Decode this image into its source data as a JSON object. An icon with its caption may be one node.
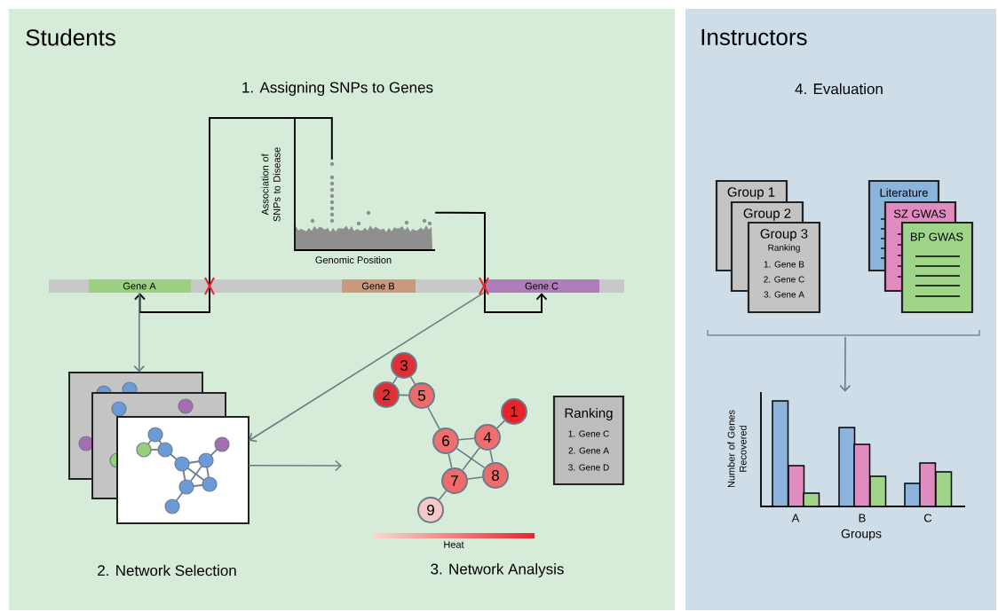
{
  "diagram": {
    "nodes": [
      {
        "text": [
          "Students"
        ]
      },
      {
        "text": [
          "Instructors"
        ]
      },
      {
        "text": [
          "Association of SNPs to Disease",
          "Genomic Position"
        ],
        "in": 0
      },
      {
        "text": [
          "Gene A"
        ],
        "in": 0
      },
      {
        "text": [
          "Gene B"
        ],
        "in": 0
      },
      {
        "text": [
          "Gene C"
        ],
        "in": 0
      },
      {
        "text": [],
        "shape": "box",
        "in": 0
      },
      {
        "text": [
          "3"
        ],
        "in": 0
      },
      {
        "text": [
          "2"
        ],
        "in": 0
      },
      {
        "text": [
          "5"
        ],
        "in": 0
      },
      {
        "text": [
          "1"
        ],
        "in": 0
      },
      {
        "text": [
          "6"
        ],
        "in": 0
      },
      {
        "text": [
          "4"
        ],
        "in": 0
      },
      {
        "text": [
          "8"
        ],
        "in": 0
      },
      {
        "text": [
          "7"
        ],
        "in": 0
      },
      {
        "text": [
          "9"
        ],
        "in": 0
      },
      {
        "text": [
          "Ranking",
          "1. Gene C",
          "2. Gene A",
          "3. Gene D"
        ],
        "in": 0
      },
      {
        "text": [
          "Group 1",
          "Group 2",
          "Group 3",
          "Ranking",
          "1. Gene B",
          "2. Gene C",
          "3. Gene A"
        ],
        "in": 1
      },
      {
        "text": [
          "Literature",
          "SZ GWAS",
          "BP GWAS"
        ],
        "in": 1
      },
      {
        "text": [
          "Number of Genes Recovered",
          "A",
          "B",
          "C",
          "Groups"
        ],
        "in": 1
      }
    ],
    "edges": [
      {
        "from": 2,
        "to": 3,
        "arrow": "to",
        "color": "#000000"
      },
      {
        "from": 2,
        "to": 5,
        "arrow": "to",
        "color": "#000000"
      },
      {
        "from": 3,
        "to": 6,
        "arrow": "to"
      },
      {
        "from": 5,
        "to": 6,
        "arrow": "to"
      },
      {
        "from": 6,
        "to": null,
        "arrow": "to"
      },
      {
        "from": null,
        "to": 19,
        "arrow": "to"
      },
      {
        "from": 7,
        "to": 8,
        "arrow": "none"
      },
      {
        "from": 7,
        "to": 9,
        "arrow": "none"
      },
      {
        "from": 8,
        "to": 9,
        "arrow": "none"
      },
      {
        "from": 9,
        "to": 11,
        "arrow": "none"
      },
      {
        "from": 11,
        "to": 12,
        "arrow": "none"
      },
      {
        "from": 12,
        "to": 10,
        "arrow": "none"
      },
      {
        "from": 11,
        "to": 14,
        "arrow": "none"
      },
      {
        "from": 11,
        "to": 13,
        "arrow": "none"
      },
      {
        "from": 12,
        "to": 14,
        "arrow": "none"
      },
      {
        "from": 12,
        "to": 13,
        "arrow": "none"
      },
      {
        "from": 14,
        "to": 13,
        "arrow": "none"
      },
      {
        "from": 14,
        "to": 15,
        "arrow": "none"
      }
    ],
    "labels": [
      "1. Assigning SNPs to Genes",
      "2. Network Selection",
      "3. Network Analysis",
      "Heat",
      "4. Evaluation"
    ]
  }
}
